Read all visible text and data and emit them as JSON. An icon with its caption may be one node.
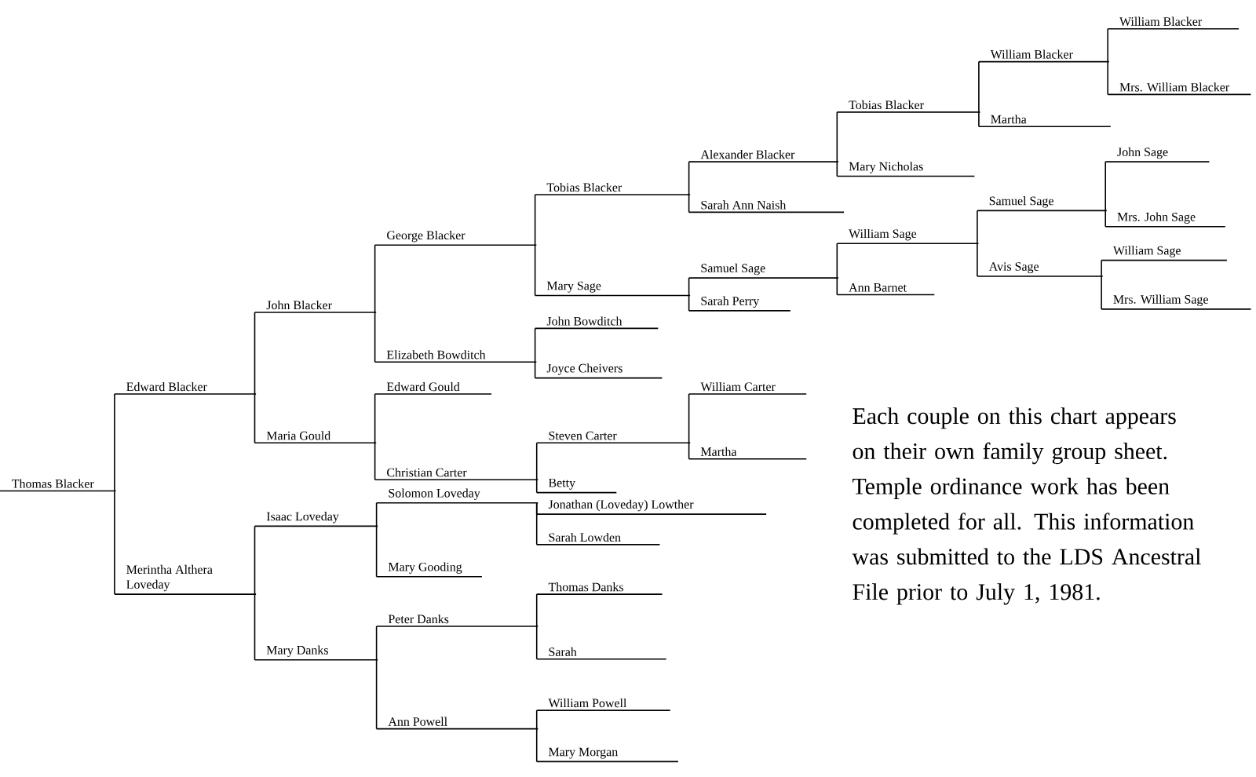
{
  "diagram": {
    "nodes": [
      {
        "text": [
          "Thomas Blacker"
        ]
      },
      {
        "text": [
          "Edward Blacker"
        ]
      },
      {
        "text": [
          "Merintha Althera Loveday"
        ]
      },
      {
        "text": [
          "John Blacker"
        ]
      },
      {
        "text": [
          "Maria Gould"
        ]
      },
      {
        "text": [
          "Isaac Loveday"
        ]
      },
      {
        "text": [
          "Mary Danks"
        ]
      },
      {
        "text": [
          "George Blacker"
        ]
      },
      {
        "text": [
          "Elizabeth Bowditch"
        ]
      },
      {
        "text": [
          "Edward Gould"
        ]
      },
      {
        "text": [
          "Christian Carter"
        ]
      },
      {
        "text": [
          "Solomon Loveday"
        ]
      },
      {
        "text": [
          "Mary Gooding"
        ]
      },
      {
        "text": [
          "Peter Danks"
        ]
      },
      {
        "text": [
          "Ann Powell"
        ]
      },
      {
        "text": [
          "Tobias Blacker"
        ]
      },
      {
        "text": [
          "Mary Sage"
        ]
      },
      {
        "text": [
          "John Bowditch"
        ]
      },
      {
        "text": [
          "Joyce Cheivers"
        ]
      },
      {
        "text": [
          "Steven Carter"
        ]
      },
      {
        "text": [
          "Betty"
        ]
      },
      {
        "text": [
          "Jonathan (Loveday) Lowther"
        ]
      },
      {
        "text": [
          "Sarah Lowden"
        ]
      },
      {
        "text": [
          "Thomas Danks"
        ]
      },
      {
        "text": [
          "Sarah"
        ]
      },
      {
        "text": [
          "William Powell"
        ]
      },
      {
        "text": [
          "Mary Morgan"
        ]
      },
      {
        "text": [
          "Alexander Blacker"
        ]
      },
      {
        "text": [
          "Sarah Ann Naish"
        ]
      },
      {
        "text": [
          "Samuel Sage"
        ]
      },
      {
        "text": [
          "Sarah Perry"
        ]
      },
      {
        "text": [
          "William Carter"
        ]
      },
      {
        "text": [
          "Martha"
        ]
      },
      {
        "text": [
          "Tobias Blacker"
        ]
      },
      {
        "text": [
          "Mary Nicholas"
        ]
      },
      {
        "text": [
          "William Sage"
        ]
      },
      {
        "text": [
          "Ann Barnet"
        ]
      },
      {
        "text": [
          "William Blacker"
        ]
      },
      {
        "text": [
          "Martha"
        ]
      },
      {
        "text": [
          "Samuel Sage"
        ]
      },
      {
        "text": [
          "Avis Sage"
        ]
      },
      {
        "text": [
          "William Blacker"
        ]
      },
      {
        "text": [
          "Mrs. William Blacker"
        ]
      },
      {
        "text": [
          "John Sage"
        ]
      },
      {
        "text": [
          "Mrs. John Sage"
        ]
      },
      {
        "text": [
          "William Sage"
        ]
      },
      {
        "text": [
          "Mrs. William Sage"
        ]
      }
    ],
    "edges": [
      {
        "from": 0,
        "to": 1,
        "arrow": "none"
      },
      {
        "from": 0,
        "to": 2,
        "arrow": "none"
      },
      {
        "from": 1,
        "to": 3,
        "arrow": "none"
      },
      {
        "from": 1,
        "to": 4,
        "arrow": "none"
      },
      {
        "from": 2,
        "to": 5,
        "arrow": "none"
      },
      {
        "from": 2,
        "to": 6,
        "arrow": "none"
      },
      {
        "from": 3,
        "to": 7,
        "arrow": "none"
      },
      {
        "from": 3,
        "to": 8,
        "arrow": "none"
      },
      {
        "from": 4,
        "to": 9,
        "arrow": "none"
      },
      {
        "from": 4,
        "to": 10,
        "arrow": "none"
      },
      {
        "from": 5,
        "to": 11,
        "arrow": "none"
      },
      {
        "from": 5,
        "to": 12,
        "arrow": "none"
      },
      {
        "from": 6,
        "to": 13,
        "arrow": "none"
      },
      {
        "from": 6,
        "to": 14,
        "arrow": "none"
      },
      {
        "from": 7,
        "to": 15,
        "arrow": "none"
      },
      {
        "from": 7,
        "to": 16,
        "arrow": "none"
      },
      {
        "from": 8,
        "to": 17,
        "arrow": "none"
      },
      {
        "from": 8,
        "to": 18,
        "arrow": "none"
      },
      {
        "from": 10,
        "to": 19,
        "arrow": "none"
      },
      {
        "from": 10,
        "to": 20,
        "arrow": "none"
      },
      {
        "from": 11,
        "to": 21,
        "arrow": "none"
      },
      {
        "from": 11,
        "to": 22,
        "arrow": "none"
      },
      {
        "from": 13,
        "to": 23,
        "arrow": "none"
      },
      {
        "from": 13,
        "to": 24,
        "arrow": "none"
      },
      {
        "from": 14,
        "to": 25,
        "arrow": "none"
      },
      {
        "from": 14,
        "to": 26,
        "arrow": "none"
      },
      {
        "from": 15,
        "to": 27,
        "arrow": "none"
      },
      {
        "from": 15,
        "to": 28,
        "arrow": "none"
      },
      {
        "from": 16,
        "to": 29,
        "arrow": "none"
      },
      {
        "from": 16,
        "to": 30,
        "arrow": "none"
      },
      {
        "from": 19,
        "to": 31,
        "arrow": "none"
      },
      {
        "from": 19,
        "to": 32,
        "arrow": "none"
      },
      {
        "from": 27,
        "to": 33,
        "arrow": "none"
      },
      {
        "from": 27,
        "to": 34,
        "arrow": "none"
      },
      {
        "from": 29,
        "to": 35,
        "arrow": "none"
      },
      {
        "from": 29,
        "to": 36,
        "arrow": "none"
      },
      {
        "from": 33,
        "to": 37,
        "arrow": "none"
      },
      {
        "from": 33,
        "to": 38,
        "arrow": "none"
      },
      {
        "from": 35,
        "to": 39,
        "arrow": "none"
      },
      {
        "from": 35,
        "to": 40,
        "arrow": "none"
      },
      {
        "from": 37,
        "to": 41,
        "arrow": "none"
      },
      {
        "from": 37,
        "to": 42,
        "arrow": "none"
      },
      {
        "from": 39,
        "to": 43,
        "arrow": "none"
      },
      {
        "from": 39,
        "to": 44,
        "arrow": "none"
      },
      {
        "from": 40,
        "to": 45,
        "arrow": "none"
      },
      {
        "from": 40,
        "to": 46,
        "arrow": "none"
      }
    ],
    "labels": [
      "Each couple on this chart appears on their own family group sheet.  Temple ordinance work has been completed for all. This information was submitted to the LDS Ancestral File prior to July 1, 1981."
    ]
  }
}
